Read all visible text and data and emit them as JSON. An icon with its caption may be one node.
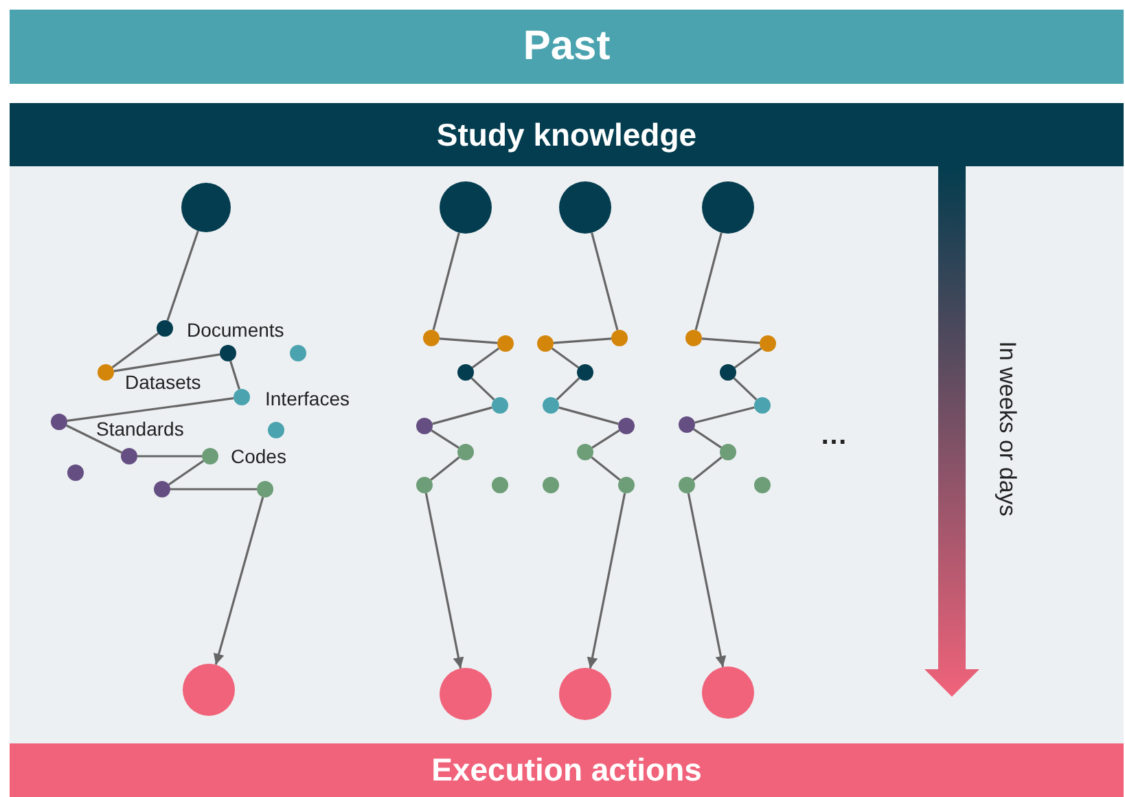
{
  "diagram": {
    "nodes": [
      {
        "text": [
          "Past"
        ]
      },
      {
        "text": [
          "Study knowledge"
        ]
      },
      {
        "text": [],
        "shape": "circle"
      },
      {
        "text": [],
        "shape": "circle"
      },
      {
        "text": [],
        "shape": "circle"
      },
      {
        "text": [],
        "shape": "circle"
      },
      {
        "text": [],
        "shape": "circle"
      },
      {
        "text": [],
        "shape": "circle"
      },
      {
        "text": [],
        "shape": "circle"
      },
      {
        "text": [],
        "shape": "circle"
      },
      {
        "text": [],
        "shape": "circle"
      },
      {
        "text": [],
        "shape": "circle"
      },
      {
        "text": [],
        "shape": "circle"
      },
      {
        "text": [],
        "shape": "circle"
      },
      {
        "text": [],
        "shape": "circle"
      },
      {
        "text": [],
        "shape": "circle"
      },
      {
        "text": [],
        "shape": "circle"
      },
      {
        "text": [],
        "shape": "circle"
      },
      {
        "text": [],
        "shape": "circle"
      },
      {
        "text": [],
        "shape": "circle"
      },
      {
        "text": [],
        "shape": "circle"
      },
      {
        "text": [],
        "shape": "circle"
      },
      {
        "text": [],
        "shape": "circle"
      },
      {
        "text": [],
        "shape": "circle"
      },
      {
        "text": [],
        "shape": "circle"
      },
      {
        "text": [],
        "shape": "circle"
      },
      {
        "text": [],
        "shape": "circle"
      },
      {
        "text": [],
        "shape": "circle"
      },
      {
        "text": [],
        "shape": "circle"
      },
      {
        "text": [],
        "shape": "circle"
      },
      {
        "text": [],
        "shape": "circle"
      },
      {
        "text": [],
        "shape": "circle"
      },
      {
        "text": [],
        "shape": "circle"
      },
      {
        "text": [],
        "shape": "circle"
      },
      {
        "text": [],
        "shape": "circle"
      },
      {
        "text": [],
        "shape": "circle"
      },
      {
        "text": [],
        "shape": "circle"
      },
      {
        "text": [],
        "shape": "circle"
      },
      {
        "text": [],
        "shape": "circle"
      },
      {
        "text": [],
        "shape": "circle"
      },
      {
        "text": [],
        "shape": "circle"
      },
      {
        "text": [],
        "shape": "circle"
      },
      {
        "text": [],
        "shape": "circle"
      },
      {
        "text": [],
        "shape": "circle"
      },
      {
        "text": [],
        "shape": "circle"
      },
      {
        "text": [],
        "shape": "circle"
      },
      {
        "text": [
          "Execution actions"
        ]
      }
    ],
    "edges": [
      {
        "from": 2,
        "to": 3,
        "arrow": "none"
      },
      {
        "from": 3,
        "to": 6,
        "arrow": "none"
      },
      {
        "from": 6,
        "to": 4,
        "arrow": "none"
      },
      {
        "from": 4,
        "to": 7,
        "arrow": "none"
      },
      {
        "from": 7,
        "to": 8,
        "arrow": "none"
      },
      {
        "from": 8,
        "to": 10,
        "arrow": "none"
      },
      {
        "from": 10,
        "to": 11,
        "arrow": "none"
      },
      {
        "from": 11,
        "to": 13,
        "arrow": "none"
      },
      {
        "from": 13,
        "to": 14,
        "arrow": "none"
      },
      {
        "from": 14,
        "to": 15,
        "arrow": "to"
      },
      {
        "from": 16,
        "to": 17,
        "arrow": "none"
      },
      {
        "from": 17,
        "to": 18,
        "arrow": "none"
      },
      {
        "from": 18,
        "to": 19,
        "arrow": "none"
      },
      {
        "from": 19,
        "to": 20,
        "arrow": "none"
      },
      {
        "from": 20,
        "to": 21,
        "arrow": "none"
      },
      {
        "from": 21,
        "to": 22,
        "arrow": "none"
      },
      {
        "from": 22,
        "to": 23,
        "arrow": "none"
      },
      {
        "from": 23,
        "to": 25,
        "arrow": "to"
      },
      {
        "from": 26,
        "to": 27,
        "arrow": "none"
      },
      {
        "from": 27,
        "to": 28,
        "arrow": "none"
      },
      {
        "from": 28,
        "to": 29,
        "arrow": "none"
      },
      {
        "from": 29,
        "to": 30,
        "arrow": "none"
      },
      {
        "from": 30,
        "to": 31,
        "arrow": "none"
      },
      {
        "from": 31,
        "to": 32,
        "arrow": "none"
      },
      {
        "from": 32,
        "to": 34,
        "arrow": "none"
      },
      {
        "from": 34,
        "to": 35,
        "arrow": "to"
      },
      {
        "from": 36,
        "to": 37,
        "arrow": "none"
      },
      {
        "from": 37,
        "to": 38,
        "arrow": "none"
      },
      {
        "from": 38,
        "to": 39,
        "arrow": "none"
      },
      {
        "from": 39,
        "to": 40,
        "arrow": "none"
      },
      {
        "from": 40,
        "to": 41,
        "arrow": "none"
      },
      {
        "from": 41,
        "to": 42,
        "arrow": "none"
      },
      {
        "from": 42,
        "to": 43,
        "arrow": "none"
      },
      {
        "from": 43,
        "to": 45,
        "arrow": "to"
      }
    ],
    "labels": [
      "Documents",
      "Datasets",
      "Interfaces",
      "Standards",
      "Codes",
      "…",
      "In weeks or days"
    ]
  }
}
